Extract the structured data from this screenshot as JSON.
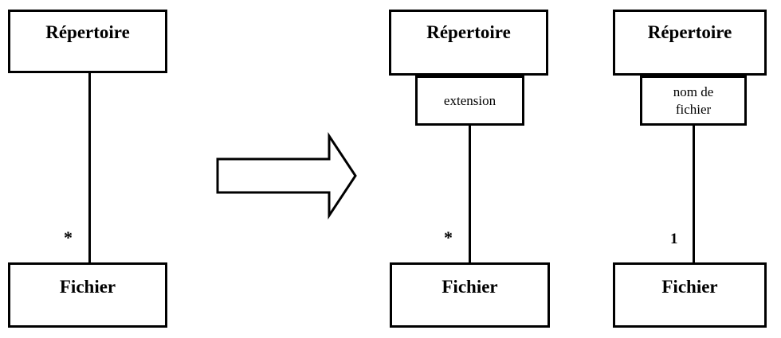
{
  "diagram": {
    "type": "uml-class-diagram-transformation",
    "language": "fr",
    "panels": [
      {
        "id": "before",
        "name": "original-association",
        "parent_class": "Répertoire",
        "child_class": "Fichier",
        "association_attribute": null,
        "multiplicity": "*"
      },
      {
        "id": "after-extension",
        "name": "qualified-association-extension",
        "parent_class": "Répertoire",
        "child_class": "Fichier",
        "association_attribute": "extension",
        "multiplicity": "*"
      },
      {
        "id": "after-nom-de-fichier",
        "name": "qualified-association-nom-de-fichier",
        "parent_class": "Répertoire",
        "child_class": "Fichier",
        "association_attribute": "nom de fichier",
        "association_attribute_line1": "nom de",
        "association_attribute_line2": "fichier",
        "multiplicity": "1"
      }
    ],
    "transform_arrow": {
      "label": "",
      "direction": "right",
      "icon": "block-arrow-right-icon"
    },
    "colors": {
      "stroke": "#000000",
      "fill": "#ffffff",
      "background": "#ffffff"
    }
  }
}
